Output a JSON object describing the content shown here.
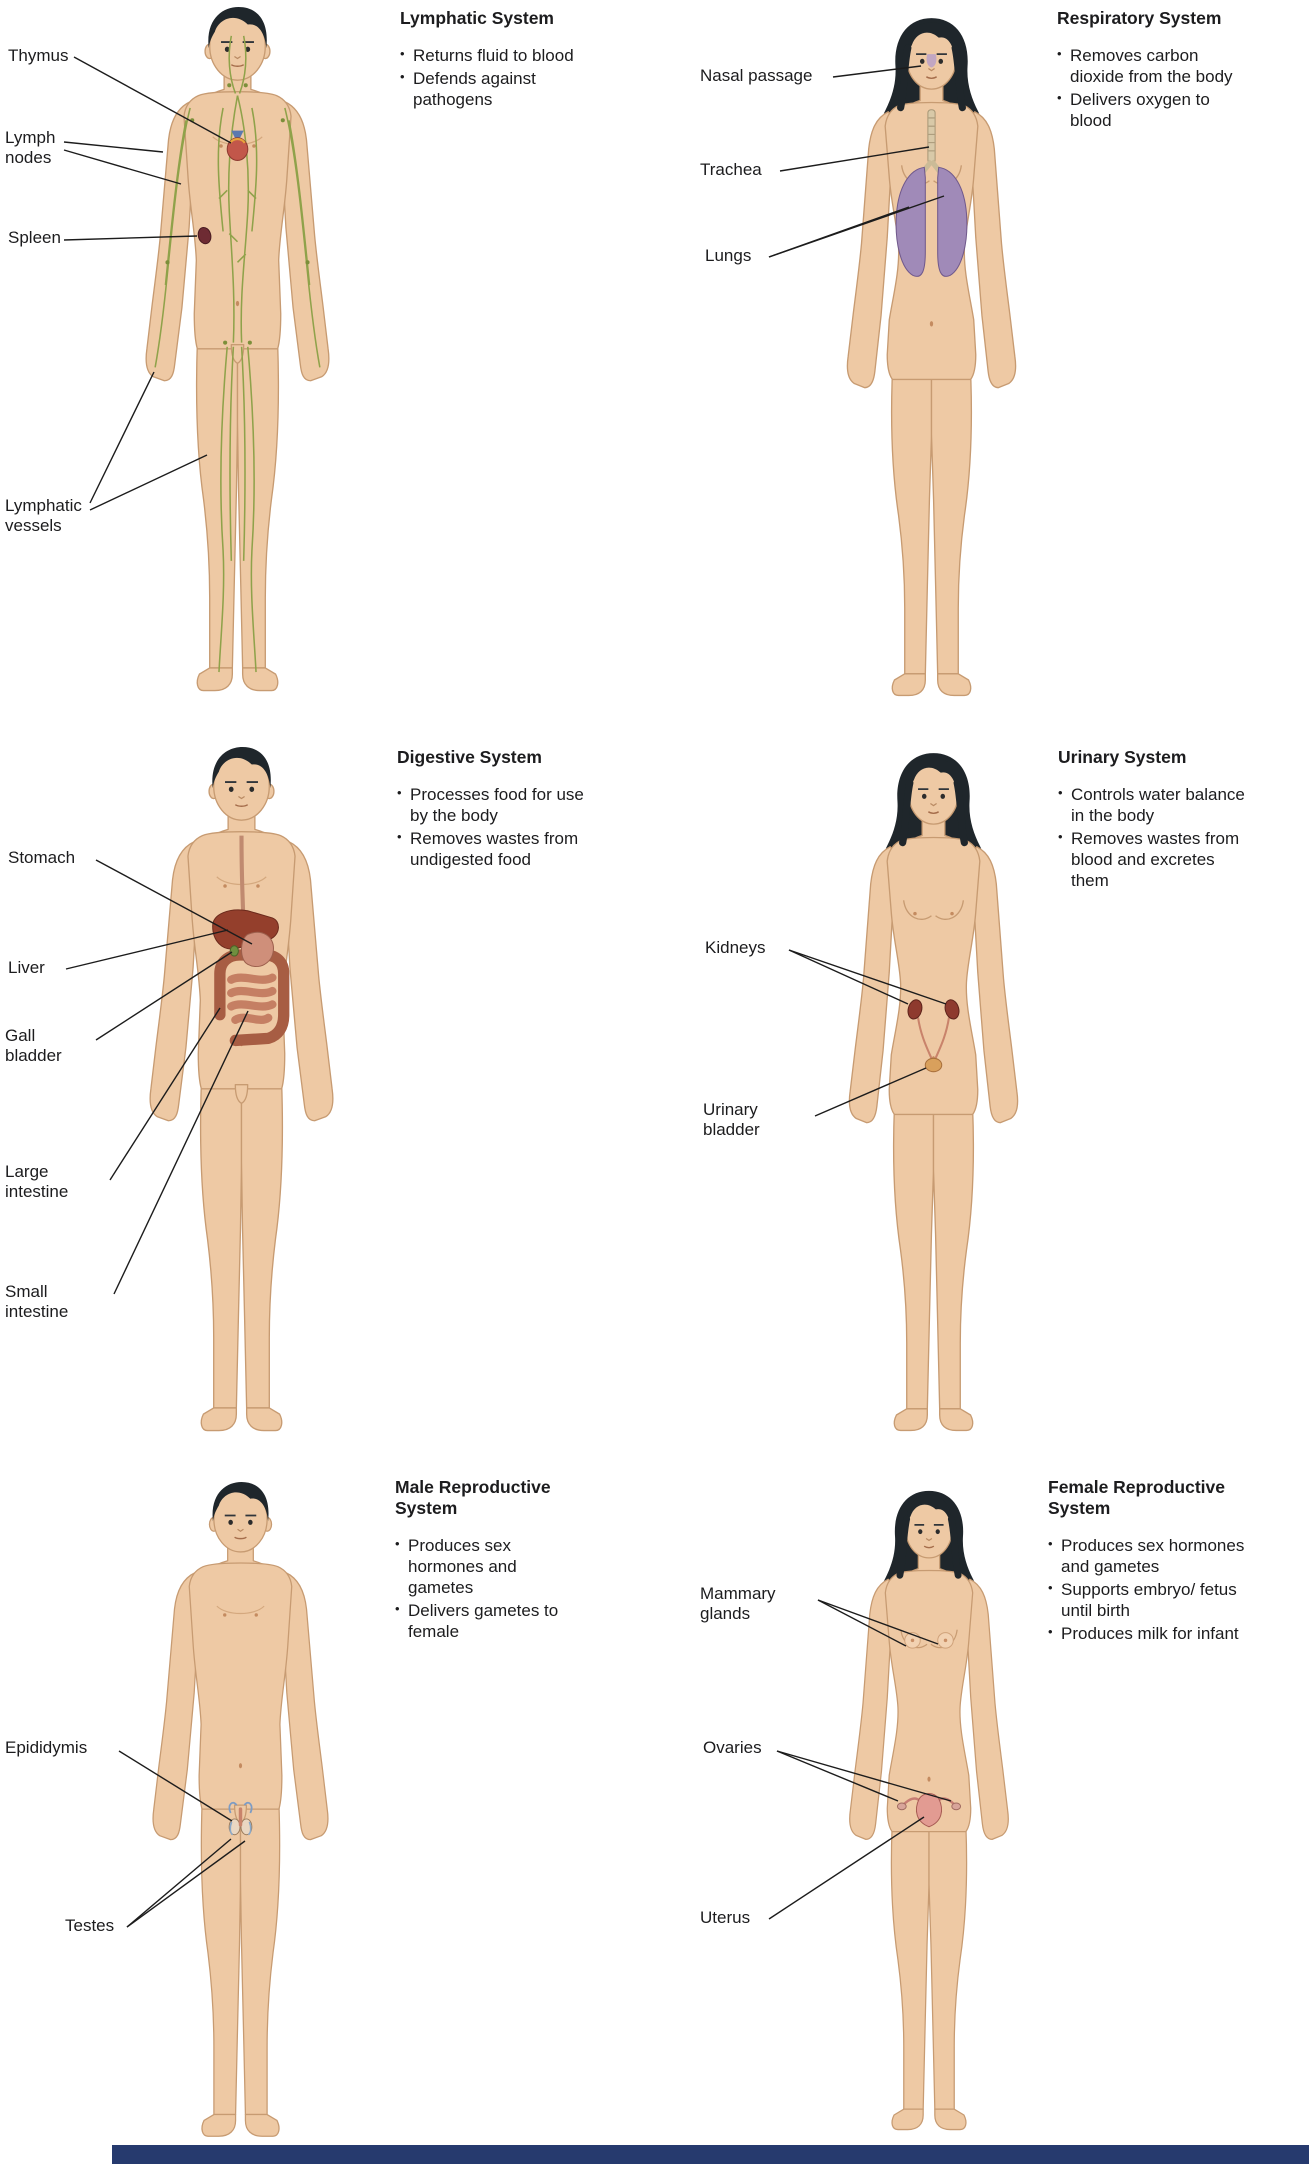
{
  "panels": [
    {
      "id": "lymphatic",
      "title": "Lymphatic System",
      "bullets": [
        "Returns fluid to blood",
        "Defends against pathogens"
      ],
      "labels": [
        "Thymus",
        "Lymph nodes",
        "Spleen",
        "Lymphatic vessels"
      ]
    },
    {
      "id": "respiratory",
      "title": "Respiratory System",
      "bullets": [
        "Removes carbon dioxide from the body",
        "Delivers oxygen to blood"
      ],
      "labels": [
        "Nasal passage",
        "Trachea",
        "Lungs"
      ]
    },
    {
      "id": "digestive",
      "title": "Digestive System",
      "bullets": [
        "Processes food for use by the body",
        "Removes wastes from undigested food"
      ],
      "labels": [
        "Stomach",
        "Liver",
        "Gall bladder",
        "Large intestine",
        "Small intestine"
      ]
    },
    {
      "id": "urinary",
      "title": "Urinary System",
      "bullets": [
        "Controls water balance in the body",
        "Removes wastes from blood and excretes them"
      ],
      "labels": [
        "Kidneys",
        "Urinary bladder"
      ]
    },
    {
      "id": "male-reproductive",
      "title": "Male Reproductive System",
      "bullets": [
        "Produces sex hormones and gametes",
        "Delivers gametes to female"
      ],
      "labels": [
        "Epididymis",
        "Testes"
      ]
    },
    {
      "id": "female-reproductive",
      "title": "Female Reproductive System",
      "bullets": [
        "Produces sex hormones and gametes",
        "Supports embryo/ fetus until birth",
        "Produces milk for infant"
      ],
      "labels": [
        "Mammary glands",
        "Ovaries",
        "Uterus"
      ]
    }
  ],
  "colors": {
    "skin": "#eec9a4",
    "outline": "#c79b72",
    "hair": "#1f262b",
    "lymph_vessel": "#8fa24a",
    "lymph_node": "#7c8f3a",
    "thymus_heart": "#c2574a",
    "spleen": "#6e2b33",
    "lungs": "#a08ab8",
    "trachea": "#d8c9a8",
    "nasal": "#b9a0c8",
    "liver": "#943f2c",
    "stomach": "#cf8f7a",
    "large_intestine": "#a75d43",
    "small_intestine": "#c57f63",
    "kidney": "#8e3a2e",
    "bladder": "#d9a05c",
    "uterus": "#e29b92",
    "footer": "#263a6e",
    "text": "#231f20"
  }
}
